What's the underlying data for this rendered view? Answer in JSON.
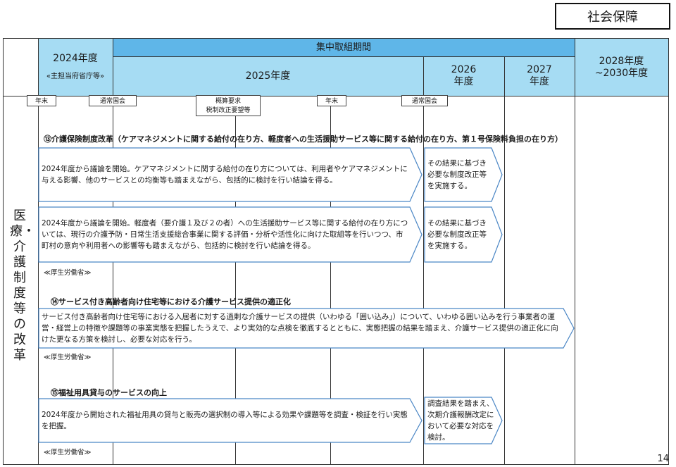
{
  "category": "社会保障",
  "header": {
    "focus_period": "集中取組期間",
    "y2024": "2024年度",
    "y2024_sub": "«主担当府省庁等»",
    "y2025": "2025年度",
    "y2026": "2026\n年度",
    "y2027": "2027\n年度",
    "y2028": "2028年度\n~2030年度"
  },
  "side_label": "医療・介護制度等の改革",
  "timeline_tags": {
    "t1": "年末",
    "t2": "通常国会",
    "t3": "概算要求\n税制改正要望等",
    "t4": "年末",
    "t5": "通常国会"
  },
  "sections": [
    {
      "title": "⑬介護保険制度改革（ケアマネジメントに関する給付の在り方、軽度者への生活援助サービス等に関する給付の在り方、第１号保険料負担の在り方）",
      "items": [
        {
          "text": "2024年度から議論を開始。ケアマネジメントに関する給付の在り方については、利用者やケアマネジメントに与える影響、他のサービスとの均衡等も踏まえながら、包括的に検討を行い結論を得る。",
          "followup": "その結果に基づき必要な制度改正等を実施する。"
        },
        {
          "text": "2024年度から議論を開始。軽度者（要介護１及び２の者）への生活援助サービス等に関する給付の在り方については、現行の介護予防・日常生活支援総合事業に関する評価・分析や活性化に向けた取組等を行いつつ、市町村の意向や利用者への影響等も踏まえながら、包括的に検討を行い結論を得る。",
          "followup": "その結果に基づき必要な制度改正等を実施する。"
        }
      ],
      "ministry": "≪厚生労働省≫"
    },
    {
      "title": "⑭サービス付き高齢者向け住宅等における介護サービス提供の適正化",
      "items": [
        {
          "text": "サービス付き高齢者向け住宅等における入居者に対する過剰な介護サービスの提供（いわゆる「囲い込み」）について、いわゆる囲い込みを行う事業者の運営・経営上の特徴や課題等の事業実態を把握したうえで、より実効的な点検を徹底するとともに、実態把握の結果を踏まえ、介護サービス提供の適正化に向けた更なる方策を検討し、必要な対応を行う。"
        }
      ],
      "ministry": "≪厚生労働省≫"
    },
    {
      "title": "⑮福祉用具貸与のサービスの向上",
      "items": [
        {
          "text": "2024年度から開始された福祉用具の貸与と販売の選択制の導入等による効果や課題等を調査・検証を行い実態を把握。",
          "followup": "調査結果を踏まえ、次期介護報酬改定において必要な対応を検討。"
        }
      ],
      "ministry": "≪厚生労働省≫"
    }
  ],
  "page_number": "14",
  "colors": {
    "header_light": "#a6dcf3",
    "header_dark": "#5fb6e8",
    "arrow_border": "#4a86c5"
  }
}
